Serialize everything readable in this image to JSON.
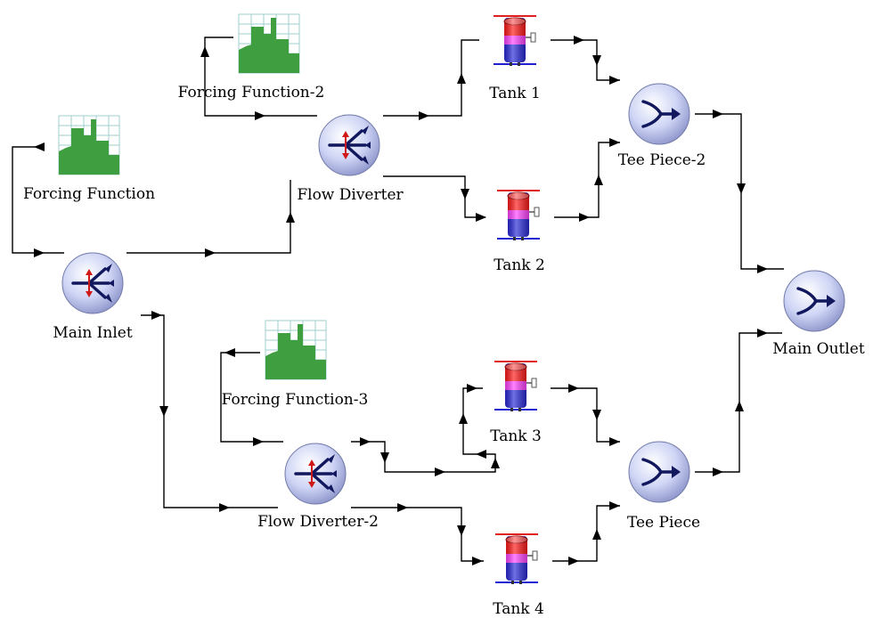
{
  "nodes": {
    "forcing_function": {
      "label": "Forcing Function"
    },
    "forcing_function_2": {
      "label": "Forcing Function-2"
    },
    "forcing_function_3": {
      "label": "Forcing Function-3"
    },
    "main_inlet": {
      "label": "Main Inlet"
    },
    "flow_diverter": {
      "label": "Flow Diverter"
    },
    "flow_diverter_2": {
      "label": "Flow Diverter-2"
    },
    "tank_1": {
      "label": "Tank 1"
    },
    "tank_2": {
      "label": "Tank 2"
    },
    "tank_3": {
      "label": "Tank 3"
    },
    "tank_4": {
      "label": "Tank 4"
    },
    "tee_piece_2": {
      "label": "Tee Piece-2"
    },
    "tee_piece": {
      "label": "Tee Piece"
    },
    "main_outlet": {
      "label": "Main Outlet"
    }
  },
  "colors": {
    "line": "#000000",
    "chart_green": "#3f9e3f",
    "grid": "#9fd0cf",
    "sphere_fill": "#c8cff3",
    "arrow_navy": "#12185e",
    "arrow_red": "#d01818",
    "tank_red": "#ff1a1a",
    "tank_magenta": "#ff44ff",
    "tank_blue": "#2a2ad8"
  },
  "icons": {
    "forcing": "bar-chart-grid-icon",
    "diverter": "flow-diverter-icon",
    "tee": "tee-merge-icon",
    "tank": "tank-icon"
  }
}
